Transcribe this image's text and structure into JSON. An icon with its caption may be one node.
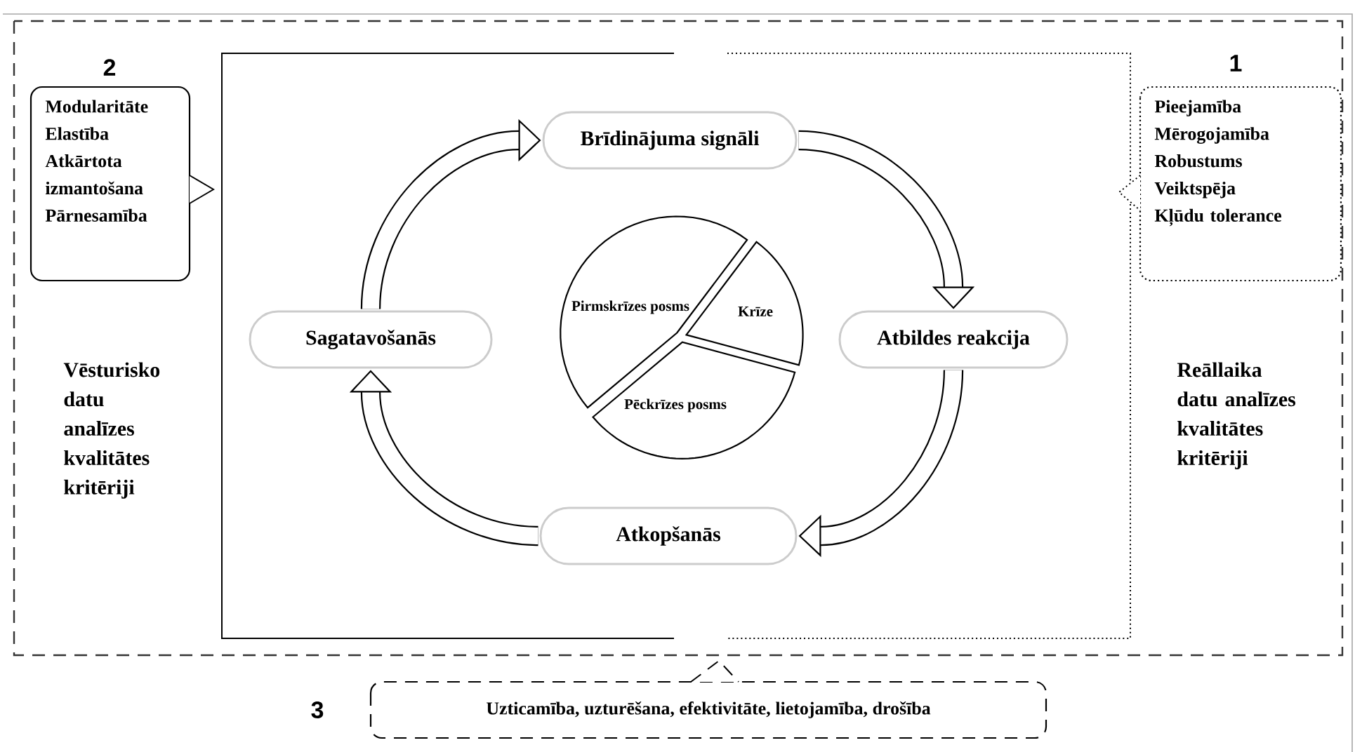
{
  "diagram": {
    "nodes": [
      {
        "text": [
          "2",
          "Modularitāte",
          "Elastība",
          "Atkārtota izmantošana",
          "Pārnesamība"
        ]
      },
      {
        "text": [
          "1",
          "Pieejamība",
          "Mērogojamība",
          "Robustums",
          "Veiktspēja",
          "Kļūdu tolerance"
        ]
      },
      {
        "text": [
          "Brīdinājuma signāli"
        ]
      },
      {
        "text": [
          "Atbildes reakcija"
        ]
      },
      {
        "text": [
          "Atkopšanās"
        ]
      },
      {
        "text": [
          "Sagatavošanās"
        ]
      },
      {
        "text": [
          "Pirmskrīzes posms"
        ]
      },
      {
        "text": [
          "Krīze"
        ]
      },
      {
        "text": [
          "Pēckrīzes posms"
        ]
      },
      {
        "text": [
          "3",
          "Uzticamība, uzturēšana, efektivitāte, lietojamība, drošība"
        ]
      }
    ],
    "edges": [
      {
        "from": 5,
        "to": 2,
        "arrow": "to"
      },
      {
        "from": 2,
        "to": 3,
        "arrow": "to"
      },
      {
        "from": 3,
        "to": 4,
        "arrow": "to"
      },
      {
        "from": 4,
        "to": 5,
        "arrow": "to"
      }
    ],
    "labels": [
      "Vēsturisko datu analīzes kvalitātes kritēriji",
      "Reāllaika datu analīzes kvalitātes kritēriji"
    ]
  }
}
